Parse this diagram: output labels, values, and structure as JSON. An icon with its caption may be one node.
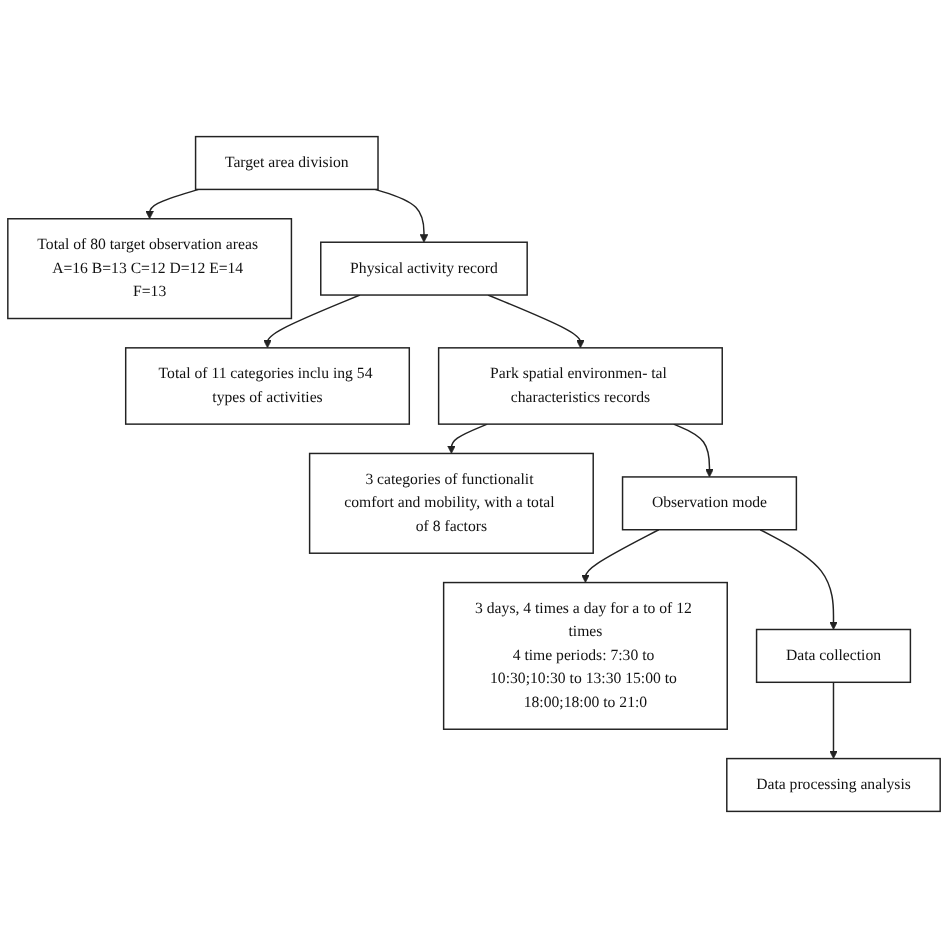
{
  "diagram": {
    "nodes": [
      {
        "text": [
          "Target area division"
        ]
      },
      {
        "text": [
          "Total of 80 target observation areas A=16 B=13 C=12 D=12 E=14 F=13"
        ]
      },
      {
        "text": [
          "Physical activity record"
        ]
      },
      {
        "text": [
          "Total of 11 categories inclu ing 54 types of activities"
        ]
      },
      {
        "text": [
          "Park spatial environmen- tal characteristics records"
        ]
      },
      {
        "text": [
          "3 categories of functionalit comfort and mobility, with a total of 8 factors"
        ]
      },
      {
        "text": [
          "Observation mode"
        ]
      },
      {
        "text": [
          "3 days, 4 times a day for a to of 12 times",
          "4 time periods: 7:30 to 10:30;10:30 to 13:30 15:00 to 18:00;18:00 to 21:0"
        ]
      },
      {
        "text": [
          "Data collection"
        ]
      },
      {
        "text": [
          "Data processing analysis"
        ]
      }
    ],
    "edges": [
      {
        "from": 0,
        "to": 1,
        "arrow": "to"
      },
      {
        "from": 0,
        "to": 2,
        "arrow": "to"
      },
      {
        "from": 2,
        "to": 3,
        "arrow": "to"
      },
      {
        "from": 2,
        "to": 4,
        "arrow": "to"
      },
      {
        "from": 4,
        "to": 5,
        "arrow": "to"
      },
      {
        "from": 4,
        "to": 6,
        "arrow": "to"
      },
      {
        "from": 6,
        "to": 7,
        "arrow": "to"
      },
      {
        "from": 6,
        "to": 8,
        "arrow": "to"
      },
      {
        "from": 8,
        "to": 9,
        "arrow": "to"
      }
    ]
  }
}
